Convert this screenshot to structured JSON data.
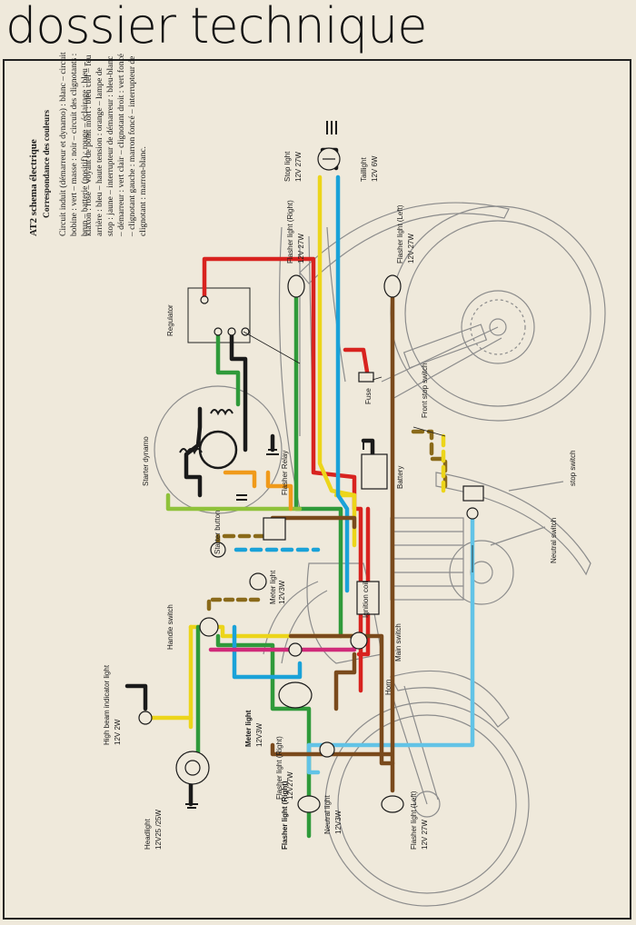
{
  "header": {
    "title": "dossier technique"
  },
  "description": {
    "title": "AT2 schema électrique",
    "subtitle": "Correspondance des couleurs",
    "paragraph1": [
      "Circuit induit (démarreur et dynamo) : blanc – circuit",
      "bobine : vert – masse : noir – circuit des clignotants :",
      "brun – batterie (positif) : rouge – éclairage : bleu –"
    ],
    "paragraph2": [
      "klaxon : rose – voyant de point mort : bleu ciel – feu",
      "arrière : bleu – haute tension : orange – lampe de",
      "stop : jaune – interrupteur de démarreur : bleu-blanc",
      "– démarreur : vert clair – clignotant droit : vert foncé",
      "– clignotant gauche : marron foncé – interrupteur de",
      "clignotant : marron-blanc."
    ]
  },
  "components": {
    "stop_light": {
      "name": "Stop light",
      "spec": "12V 27W"
    },
    "taillight": {
      "name": "Taillight",
      "spec": "12V 6W"
    },
    "flasher_rear_right": {
      "name": "Flasher light (Right)",
      "spec": "12V 27W"
    },
    "flasher_rear_left": {
      "name": "Flasher light (Left)",
      "spec": "12V 27W"
    },
    "regulator": {
      "name": "Regulator"
    },
    "starter_dynamo": {
      "name": "Starter dynamo"
    },
    "flasher_relay": {
      "name": "Flasher Relay"
    },
    "fuse": {
      "name": "Fuse"
    },
    "front_stop_switch": {
      "name": "Front stop switch"
    },
    "battery": {
      "name": "Battery"
    },
    "stop_switch": {
      "name": "stop switch"
    },
    "neutral_switch": {
      "name": "Neutral switch"
    },
    "starter_button": {
      "name": "Starter button"
    },
    "meter_light_upper": {
      "name": "Meter light",
      "spec": "12V3W"
    },
    "ignition_coil": {
      "name": "Ignition coil"
    },
    "handle_switch": {
      "name": "Handle switch"
    },
    "main_switch": {
      "name": "Main switch"
    },
    "horn": {
      "name": "Horn"
    },
    "high_beam": {
      "name": "High beam indicator light",
      "spec": "12V 2W"
    },
    "headlight": {
      "name": "Headlight",
      "spec": "12V25 /25W"
    },
    "meter_light_lower": {
      "name": "Meter light",
      "spec": "12V3W"
    },
    "flasher_front_right": {
      "name": "Flasher light (Right)",
      "spec": "12V27W"
    },
    "neutral_light": {
      "name": "Neutral light",
      "spec": "12V3W"
    },
    "flasher_front_left": {
      "name": "Flasher light (Left)",
      "spec": "12V 27W"
    }
  },
  "wire_colors": {
    "red": "#d8231f",
    "yellow": "#ecd51a",
    "green": "#2f9a3a",
    "lightgreen": "#8fc23a",
    "blue": "#1aa2d8",
    "lightblue": "#62c3e6",
    "brown": "#7a4a1c",
    "olive": "#8a6a1a",
    "orange": "#f09a1a",
    "pink": "#d02b7a",
    "black": "#1a1a1a",
    "frame": "#8c8c8c"
  }
}
